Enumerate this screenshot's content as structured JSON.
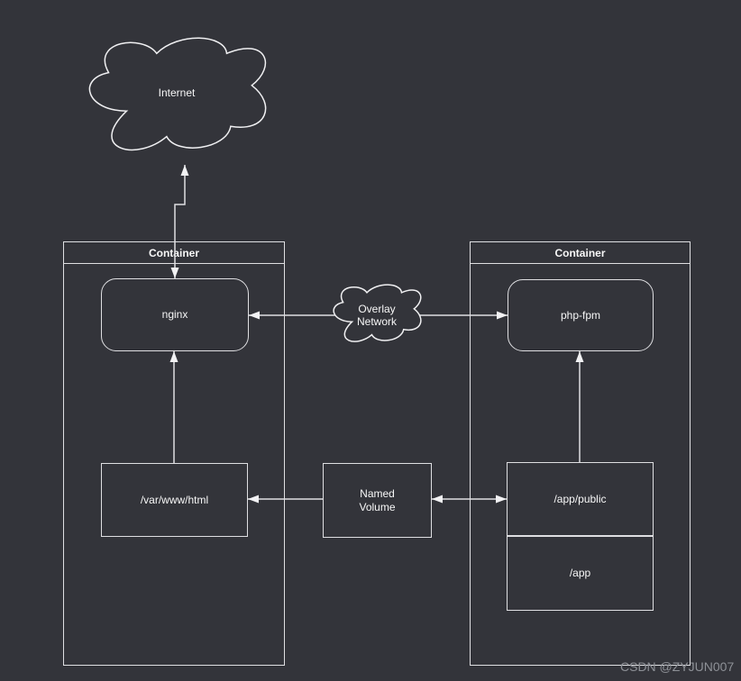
{
  "internet_cloud": {
    "label": "Internet"
  },
  "overlay_cloud": {
    "label": "Overlay Network"
  },
  "containers": {
    "web": {
      "title": "Container",
      "service": "nginx",
      "mount": "/var/www/html"
    },
    "app": {
      "title": "Container",
      "service": "php-fpm",
      "mount_public": "/app/public",
      "mount_app": "/app"
    }
  },
  "volume": {
    "label": "Named Volume"
  },
  "watermark": "CSDN @ZYJUN007",
  "colors": {
    "background": "#33343a",
    "stroke": "#dfdfe2",
    "text": "#f7f7f7",
    "watermark": "#8e9197"
  }
}
